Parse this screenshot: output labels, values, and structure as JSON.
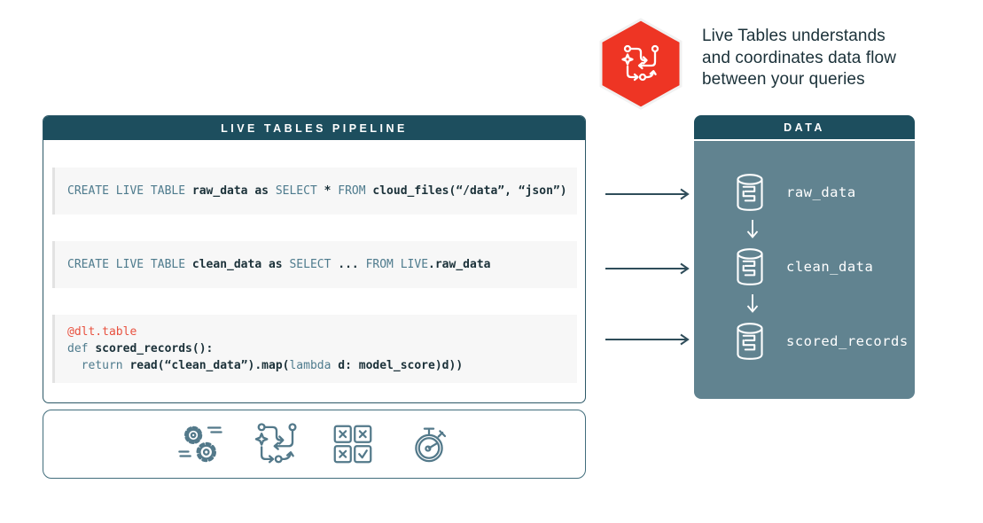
{
  "callout": {
    "lines": [
      "Live Tables understands",
      "and coordinates data flow",
      "between your queries"
    ],
    "hexagon_color": "#ee3524"
  },
  "pipeline_panel": {
    "title": "LIVE TABLES PIPELINE",
    "blocks": [
      {
        "lines": [
          [
            {
              "t": "CREATE LIVE TABLE ",
              "k": "kw"
            },
            {
              "t": "raw_data as ",
              "k": "id"
            },
            {
              "t": "SELECT ",
              "k": "kw"
            },
            {
              "t": "* ",
              "k": "id"
            },
            {
              "t": "FROM ",
              "k": "kw"
            },
            {
              "t": "cloud_files(“/data”, “json”)",
              "k": "id"
            }
          ]
        ]
      },
      {
        "lines": [
          [
            {
              "t": "CREATE LIVE TABLE ",
              "k": "kw"
            },
            {
              "t": "clean_data as ",
              "k": "id"
            },
            {
              "t": "SELECT ",
              "k": "kw"
            },
            {
              "t": "... ",
              "k": "id"
            },
            {
              "t": "FROM LIVE",
              "k": "kw"
            },
            {
              "t": ".raw_data",
              "k": "id"
            }
          ]
        ]
      },
      {
        "lines": [
          [
            {
              "t": "@dlt.table",
              "k": "rd"
            }
          ],
          [
            {
              "t": "def ",
              "k": "kw"
            },
            {
              "t": "scored_records():",
              "k": "id"
            }
          ],
          [
            {
              "t": "  ",
              "k": "id"
            },
            {
              "t": "return ",
              "k": "kw"
            },
            {
              "t": "read(“clean_data”).map(",
              "k": "id"
            },
            {
              "t": "lambda ",
              "k": "kw"
            },
            {
              "t": "d: model_score)d))",
              "k": "id"
            }
          ]
        ]
      }
    ]
  },
  "data_panel": {
    "title": "DATA",
    "tables": [
      "raw_data",
      "clean_data",
      "scored_records"
    ]
  },
  "features_bar": {
    "icons": [
      "automation-gears-icon",
      "pipeline-flow-icon",
      "quality-checks-icon",
      "timer-icon"
    ]
  },
  "colors": {
    "header_teal": "#1d4e5e",
    "data_body_teal": "#618390",
    "hexagon_red": "#ee3524",
    "code_keyword": "#4e7b8d",
    "code_text": "#1b3139",
    "code_decorator_red": "#e8513f",
    "icon_teal": "#53798a",
    "arrow": "#2f4d5a"
  }
}
